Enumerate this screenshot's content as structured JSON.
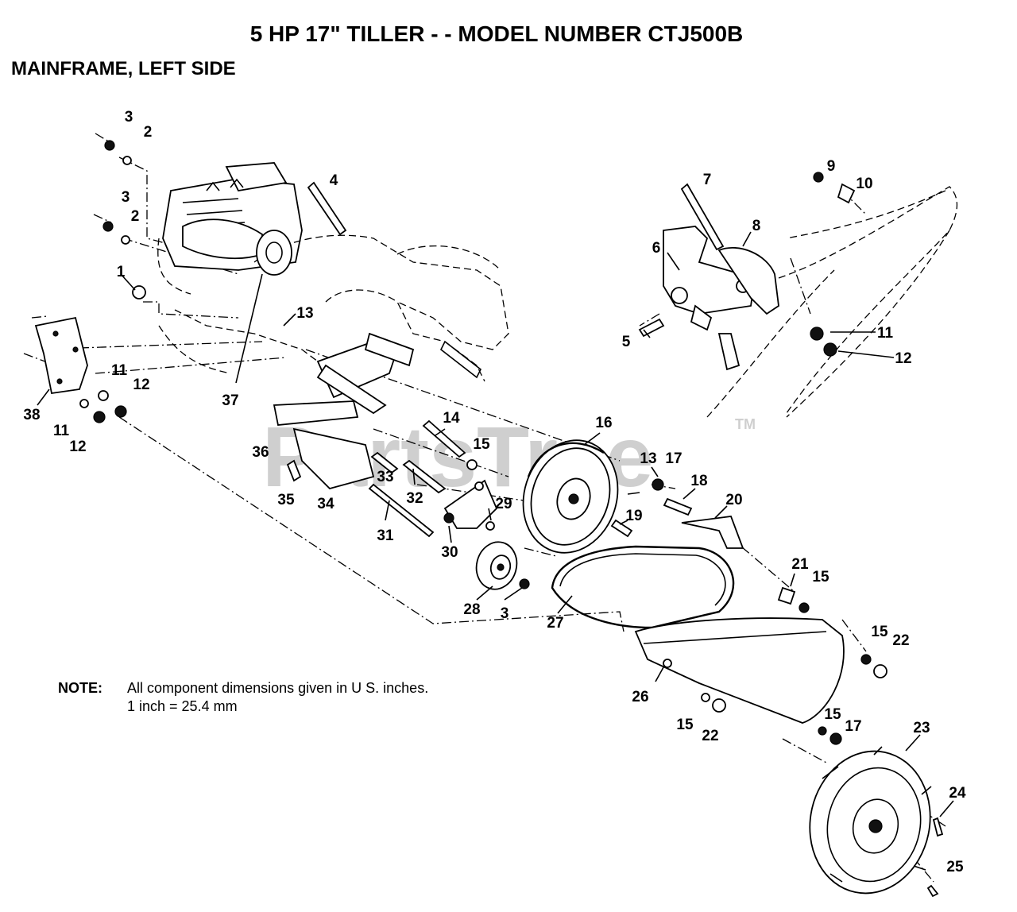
{
  "page": {
    "title": "5 HP 17\" TILLER - - MODEL NUMBER CTJ500B",
    "subtitle": "MAINFRAME, LEFT SIDE",
    "watermark": "PartsTree",
    "trademark": "TM"
  },
  "note": {
    "label": "NOTE:",
    "line1": "All component dimensions given in U S. inches.",
    "line2": "1 inch = 25.4 mm"
  },
  "callouts": {
    "c1": "1",
    "c2a": "2",
    "c2b": "2",
    "c3a": "3",
    "c3b": "3",
    "c3c": "3",
    "c4": "4",
    "c5": "5",
    "c6": "6",
    "c7": "7",
    "c8": "8",
    "c9": "9",
    "c10": "10",
    "c11a": "11",
    "c11b": "11",
    "c11c": "11",
    "c12a": "12",
    "c12b": "12",
    "c12c": "12",
    "c13a": "13",
    "c13b": "13",
    "c14": "14",
    "c15a": "15",
    "c15b": "15",
    "c15c": "15",
    "c15d": "15",
    "c15e": "15",
    "c16": "16",
    "c17a": "17",
    "c17b": "17",
    "c18": "18",
    "c19": "19",
    "c20": "20",
    "c21": "21",
    "c22a": "22",
    "c22b": "22",
    "c23": "23",
    "c24": "24",
    "c25": "25",
    "c26": "26",
    "c27": "27",
    "c28": "28",
    "c29": "29",
    "c30": "30",
    "c31": "31",
    "c32": "32",
    "c33": "33",
    "c34": "34",
    "c35": "35",
    "c36": "36",
    "c37": "37",
    "c38": "38"
  }
}
